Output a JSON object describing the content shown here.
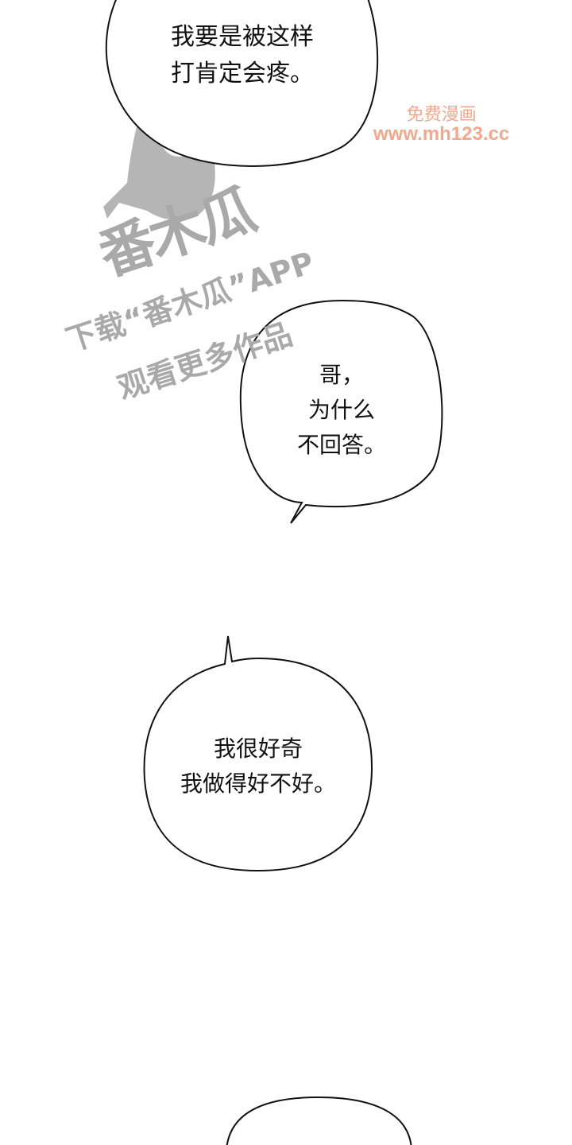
{
  "bubbles": [
    {
      "lines": [
        "我要是被这样",
        "打肯定会疼。"
      ]
    },
    {
      "lines": [
        "哥，",
        "为什么",
        "不回答。"
      ]
    },
    {
      "lines": [
        "我很好奇",
        "我做得好不好。"
      ]
    }
  ],
  "watermark": {
    "logo_text": "番木瓜",
    "line1": "下载“番木瓜”APP",
    "line2": "观看更多作品",
    "site_title": "免费漫画",
    "site_url": "www.mh123.cc",
    "site_color": "#f2a88f"
  }
}
